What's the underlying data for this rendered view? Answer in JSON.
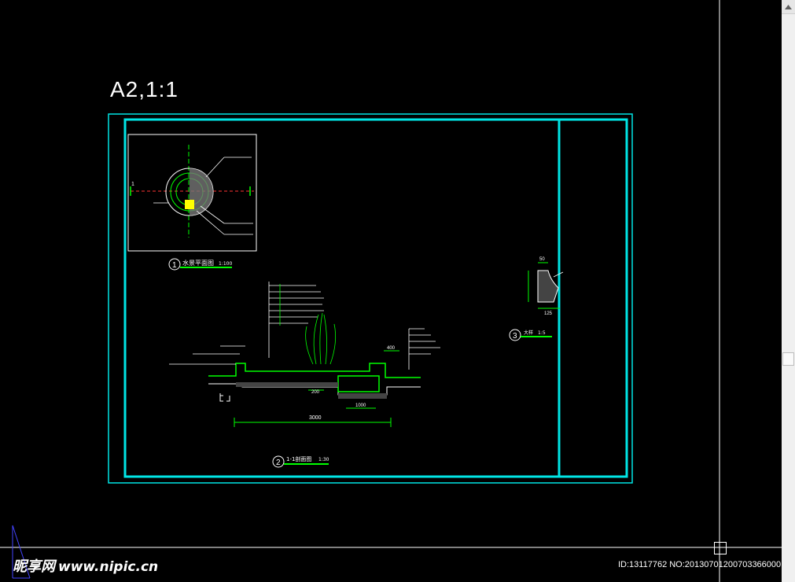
{
  "sheet_label": "A2,1:1",
  "drawing": {
    "view1_title": "水景平面图",
    "view1_scale": "1:100",
    "view1_number": "1",
    "view2_title": "1-1剖面图",
    "view2_scale": "1:30",
    "view2_number": "2",
    "view3_title": "大样",
    "view3_scale": "1:5",
    "view3_number": "3",
    "section_marker": "1",
    "dim_total": "3000",
    "dim_pool": "1000",
    "dim_step": "200",
    "dim_wall": "400",
    "dim_detail_top": "50",
    "dim_detail_bottom": "125"
  },
  "colors": {
    "background": "#000000",
    "frame": "#00e5e5",
    "linework": "#00ff00",
    "text": "#ffffff",
    "highlight": "#ffff00",
    "section_line": "#ff3333"
  },
  "scrollbar": {
    "arrow_icon": "triangle-up-icon"
  },
  "watermark": {
    "brand": "昵享网",
    "site": "www.nipic.cn"
  },
  "image_id": "ID:13117762 NO:20130701200703366000"
}
